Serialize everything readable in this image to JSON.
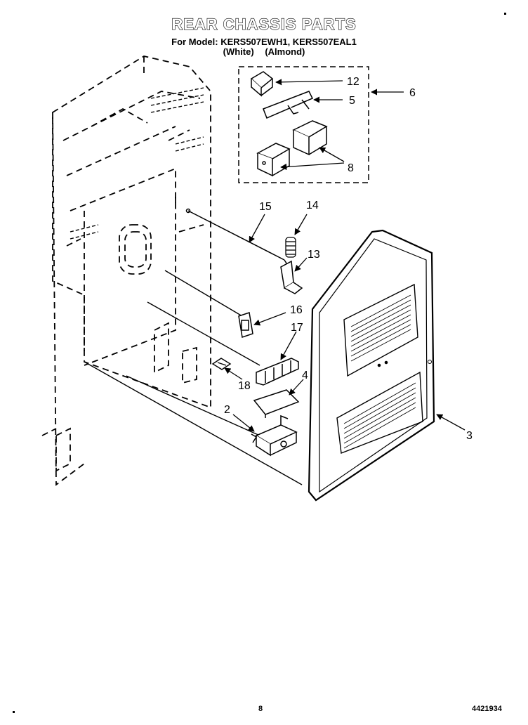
{
  "header": {
    "title": "REAR CHASSIS PARTS",
    "model_line": "For Model: KERS507EWH1, KERS507EAL1",
    "variant_white": "(White)",
    "variant_almond": "(Almond)"
  },
  "callouts": {
    "c12": "12",
    "c5": "5",
    "c6": "6",
    "c8": "8",
    "c15": "15",
    "c14": "14",
    "c13": "13",
    "c16": "16",
    "c17": "17",
    "c18": "18",
    "c4": "4",
    "c2": "2",
    "c3": "3"
  },
  "footer": {
    "page_number": "8",
    "doc_number": "4421934"
  }
}
